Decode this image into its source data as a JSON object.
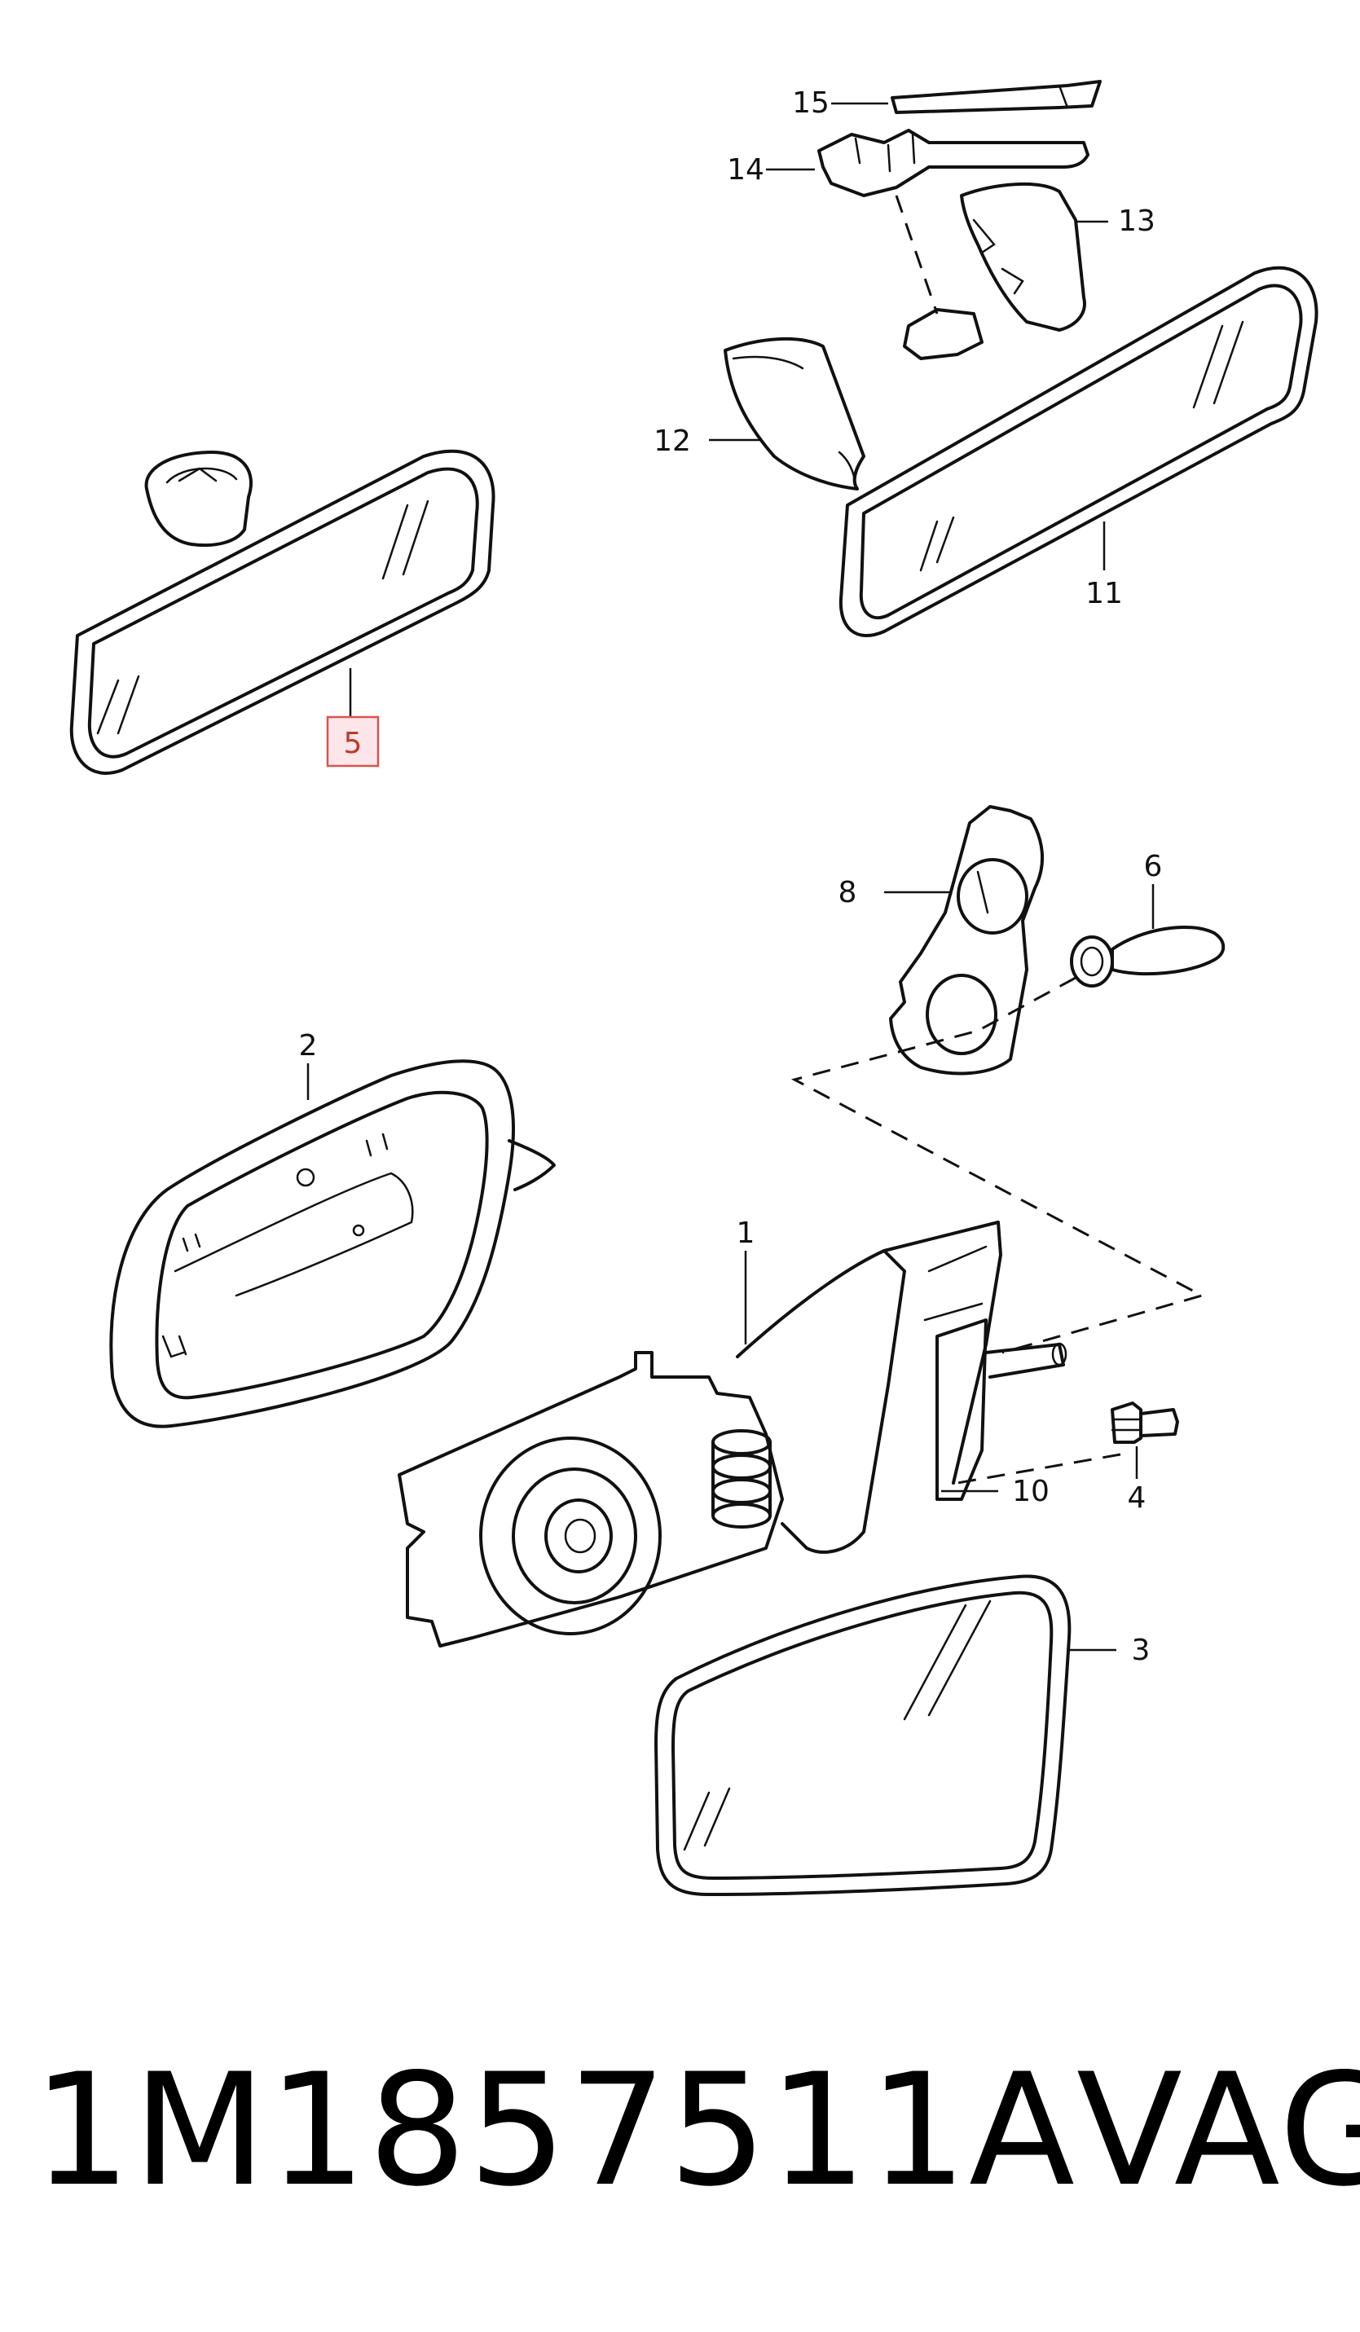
{
  "callouts": {
    "c1": "1",
    "c2": "2",
    "c3": "3",
    "c4": "4",
    "c5": "5",
    "c6": "6",
    "c8": "8",
    "c10": "10",
    "c11": "11",
    "c12": "12",
    "c13": "13",
    "c14": "14",
    "c15": "15"
  },
  "highlighted_callout": "5",
  "colors": {
    "highlight_fill": "#fde6ea",
    "highlight_stroke": "#d9534f",
    "line": "#111111"
  },
  "footer": {
    "part_number": "1M1857511A",
    "brand": "VAG"
  }
}
